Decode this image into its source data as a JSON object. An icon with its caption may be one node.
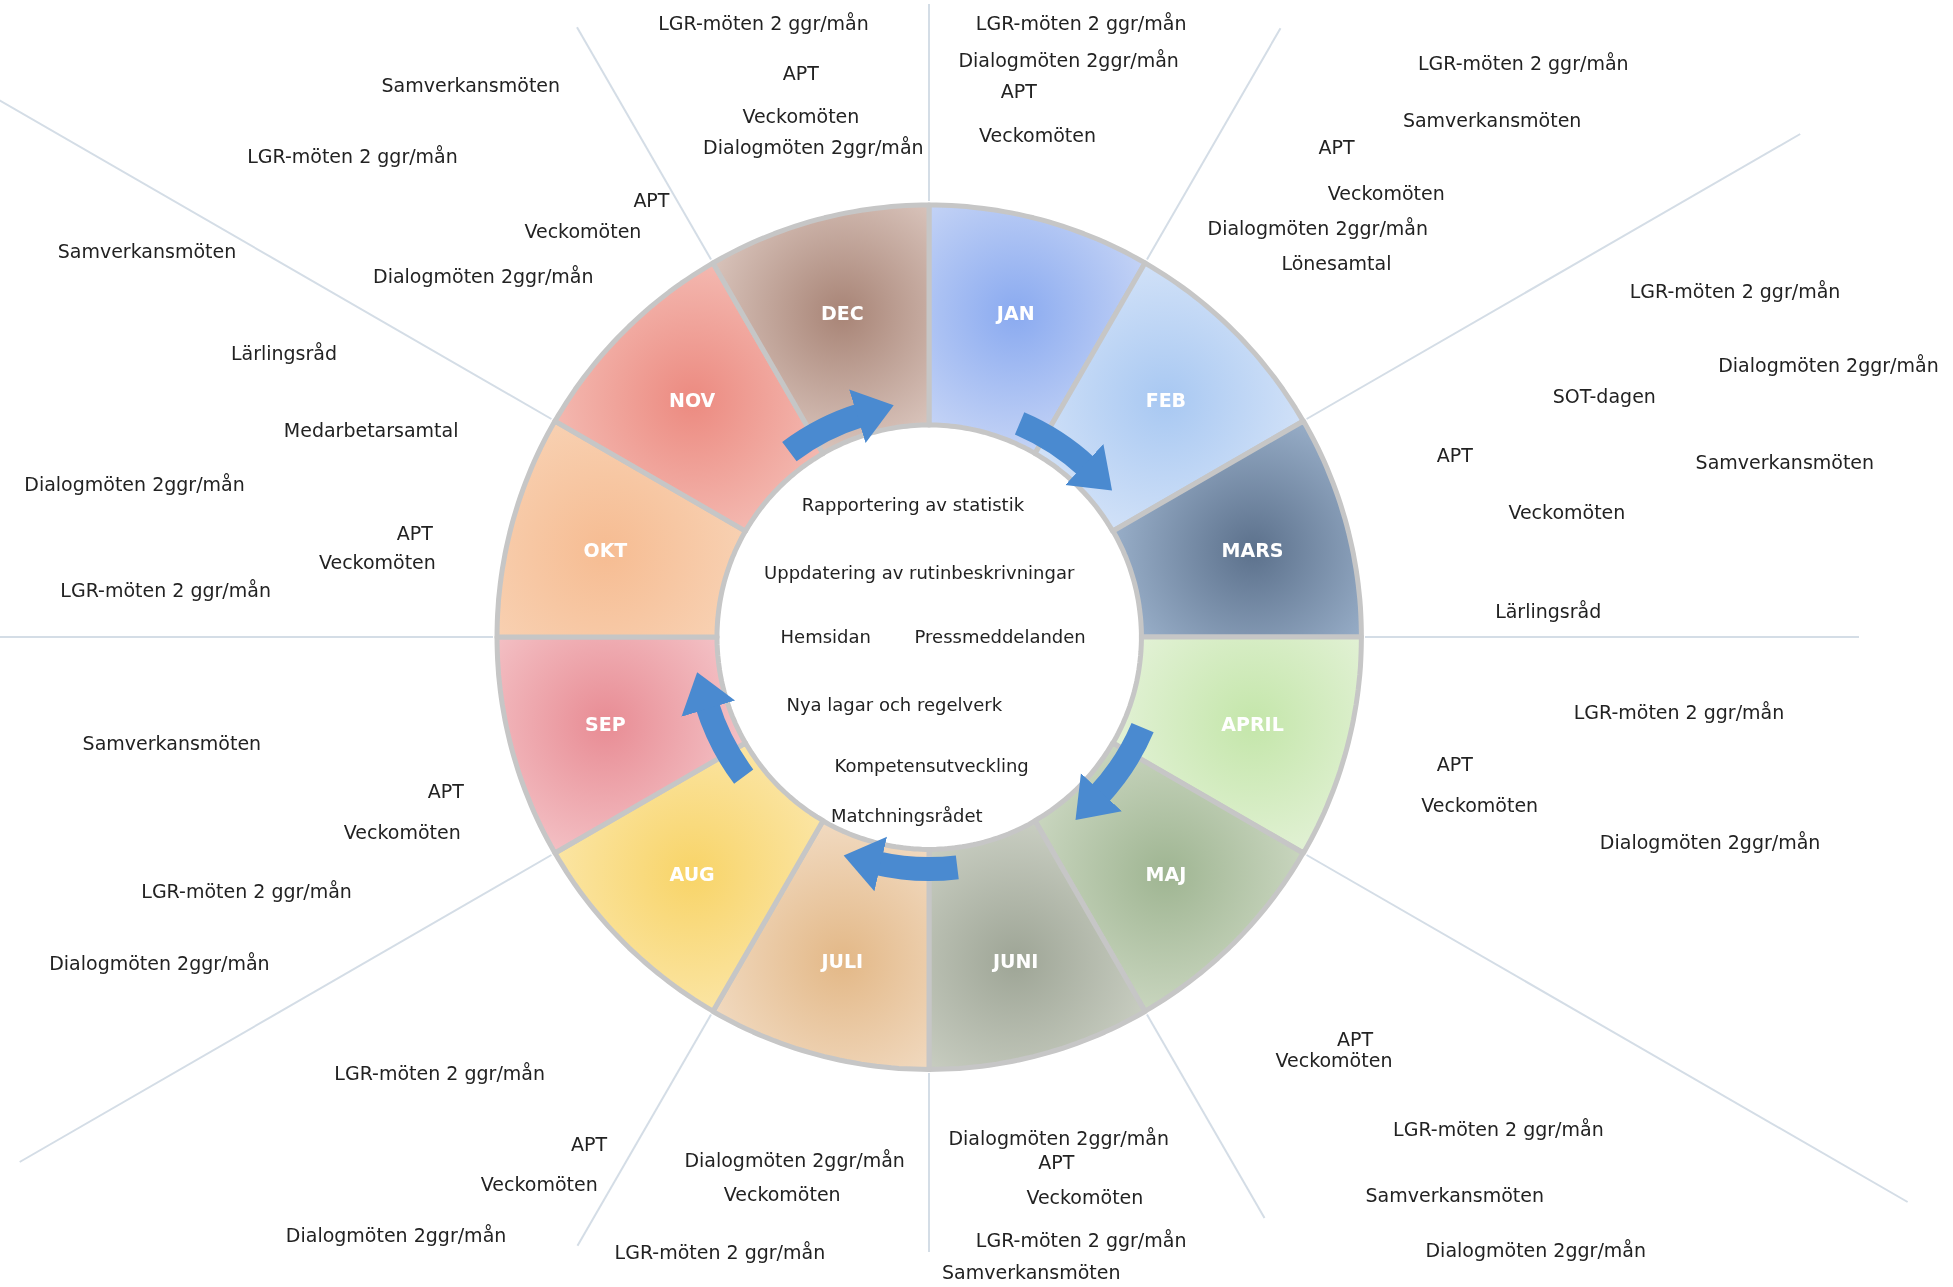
{
  "diagram": {
    "nodes": [
      {
        "text": [
          "JAN"
        ]
      },
      {
        "text": [
          "FEB"
        ]
      },
      {
        "text": [
          "MARS"
        ]
      },
      {
        "text": [
          "APRIL"
        ]
      },
      {
        "text": [
          "MAJ"
        ]
      },
      {
        "text": [
          "JUNI"
        ]
      },
      {
        "text": [
          "JULI"
        ]
      },
      {
        "text": [
          "AUG"
        ]
      },
      {
        "text": [
          "SEP"
        ]
      },
      {
        "text": [
          "OKT"
        ]
      },
      {
        "text": [
          "NOV"
        ]
      },
      {
        "text": [
          "DEC"
        ]
      }
    ],
    "edges": [
      {
        "from": 0,
        "to": 1,
        "arrow": "to"
      },
      {
        "from": 3,
        "to": 4,
        "arrow": "to"
      },
      {
        "from": 5,
        "to": 6,
        "arrow": "to"
      },
      {
        "from": 7,
        "to": 8,
        "arrow": "to"
      },
      {
        "from": 10,
        "to": 11,
        "arrow": "to"
      }
    ],
    "labels": [
      "LGR-möten 2 ggr/mån",
      "Dialogmöten 2ggr/mån",
      "APT",
      "Veckomöten",
      "LGR-möten 2 ggr/mån",
      "Samverkansmöten",
      "APT",
      "Veckomöten",
      "Dialogmöten 2ggr/mån",
      "Lönesamtal",
      "LGR-möten 2 ggr/mån",
      "Dialogmöten 2ggr/mån",
      "SOT-dagen",
      "APT",
      "Samverkansmöten",
      "Veckomöten",
      "Lärlingsråd",
      "LGR-möten 2 ggr/mån",
      "APT",
      "Veckomöten",
      "Dialogmöten 2ggr/mån",
      "APT",
      "Veckomöten",
      "LGR-möten 2 ggr/mån",
      "Samverkansmöten",
      "Dialogmöten 2ggr/mån",
      "Dialogmöten 2ggr/mån",
      "APT",
      "Veckomöten",
      "LGR-möten 2 ggr/mån",
      "Samverkansmöten",
      "Dialogmöten 2ggr/mån",
      "Veckomöten",
      "LGR-möten 2 ggr/mån",
      "LGR-möten 2 ggr/mån",
      "APT",
      "Veckomöten",
      "Dialogmöten 2ggr/mån",
      "Samverkansmöten",
      "APT",
      "Veckomöten",
      "LGR-möten 2 ggr/mån",
      "Dialogmöten 2ggr/mån",
      "Samverkansmöten",
      "Lärlingsråd",
      "Medarbetarsamtal",
      "Dialogmöten 2ggr/mån",
      "APT",
      "Veckomöten",
      "LGR-möten 2 ggr/mån",
      "Samverkansmöten",
      "LGR-möten 2 ggr/mån",
      "APT",
      "Veckomöten",
      "Dialogmöten 2ggr/mån",
      "LGR-möten 2 ggr/mån",
      "APT",
      "Veckomöten",
      "Dialogmöten 2ggr/mån",
      "Rapportering av statistik",
      "Uppdatering av rutinbeskrivningar",
      "Hemsidan",
      "Pressmeddelanden",
      "Nya lagar och regelverk",
      "Kompetensutveckling",
      "Matchningsrådet"
    ]
  }
}
